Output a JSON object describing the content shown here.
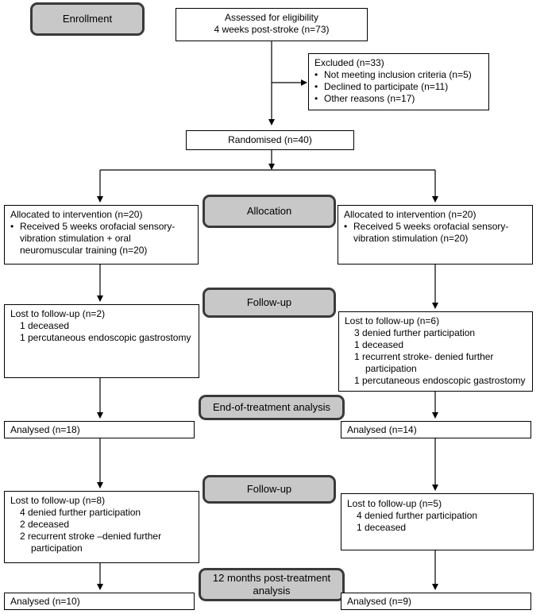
{
  "phases": {
    "enrollment": "Enrollment",
    "allocation": "Allocation",
    "followup1": "Follow-up",
    "eot": "End-of-treatment analysis",
    "followup2": "Follow-up",
    "months12_line1": "12  months post-treatment",
    "months12_line2": "analysis"
  },
  "assessed": {
    "line1": "Assessed for eligibility",
    "line2": "4 weeks post-stroke (n=73)"
  },
  "excluded": {
    "title": "Excluded (n=33)",
    "bullet_char": "•",
    "items": [
      "Not meeting inclusion criteria (n=5)",
      "Declined to participate (n=11)",
      "Other reasons (n=17)"
    ]
  },
  "randomised": "Randomised (n=40)",
  "left": {
    "allocation": {
      "title": "Allocated to intervention (n=20)",
      "bullet_char": "•",
      "bullet_line1": "Received 5 weeks orofacial sensory-",
      "bullet_line2": "vibration stimulation + oral",
      "bullet_line3": "neuromuscular training (n=20)"
    },
    "followup1": {
      "title": "Lost to follow-up (n=2)",
      "items": [
        "1 deceased",
        "1 percutaneous endoscopic gastrostomy"
      ]
    },
    "analysed1": "Analysed (n=18)",
    "followup2": {
      "title": "Lost to follow-up (n=8)",
      "item1": "4 denied further participation",
      "item2": "2 deceased",
      "item3_line1": "2 recurrent stroke –denied further",
      "item3_line2": "participation"
    },
    "analysed2": "Analysed (n=10)"
  },
  "right": {
    "allocation": {
      "title": "Allocated to intervention (n=20)",
      "bullet_char": "•",
      "bullet_line1": "Received 5 weeks orofacial sensory-",
      "bullet_line2": "vibration stimulation (n=20)"
    },
    "followup1": {
      "title": "Lost to follow-up (n=6)",
      "item1": "3 denied further participation",
      "item2": "1 deceased",
      "item3_line1": "1 recurrent stroke- denied further",
      "item3_line2": "participation",
      "item4": "1 percutaneous endoscopic gastrostomy"
    },
    "analysed1": "Analysed (n=14)",
    "followup2": {
      "title": "Lost to follow-up (n=5)",
      "items": [
        "4 denied further participation",
        "1 deceased"
      ]
    },
    "analysed2": "Analysed (n=9)"
  }
}
